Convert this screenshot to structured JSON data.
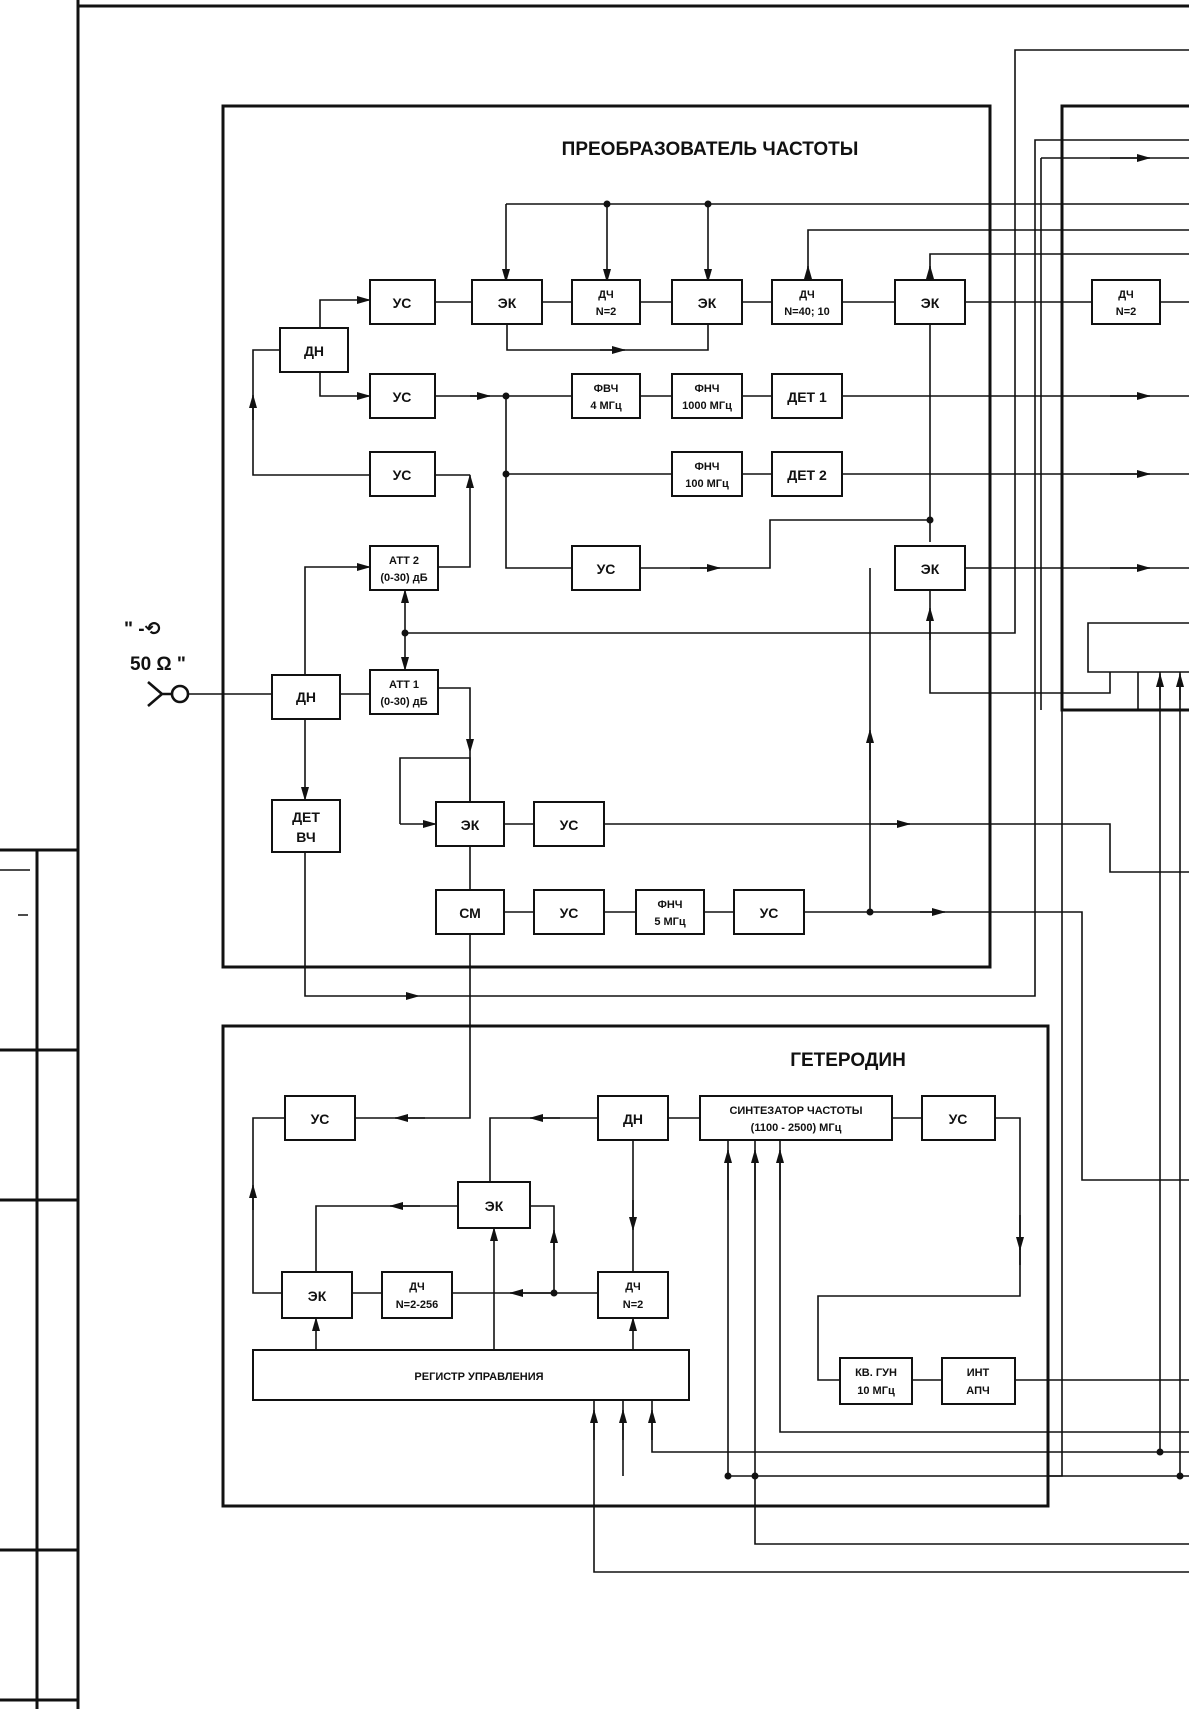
{
  "sections": {
    "converter_title": "ПРЕОБРАЗОВАТЕЛЬ ЧАСТОТЫ",
    "lo_title": "ГЕТЕРОДИН"
  },
  "input": {
    "line1": "\" -⟲",
    "line2": "50 Ω \""
  },
  "blocks": {
    "us1": [
      "УС"
    ],
    "us2": [
      "УС"
    ],
    "us3": [
      "УС"
    ],
    "us4": [
      "УС"
    ],
    "us5": [
      "УС"
    ],
    "us6": [
      "УС"
    ],
    "us7": [
      "УС"
    ],
    "us8": [
      "УС"
    ],
    "us9": [
      "УС"
    ],
    "dn1": [
      "ДН"
    ],
    "dn2": [
      "ДН"
    ],
    "dn3": [
      "ДН"
    ],
    "ek1": [
      "ЭК"
    ],
    "ek2": [
      "ЭК"
    ],
    "ek3": [
      "ЭК"
    ],
    "ek4": [
      "ЭК"
    ],
    "ek5": [
      "ЭК"
    ],
    "ek6": [
      "ЭК"
    ],
    "ek7": [
      "ЭК"
    ],
    "dch1": [
      "ДЧ",
      "N=2"
    ],
    "dch2": [
      "ДЧ",
      "N=40; 10"
    ],
    "dch3": [
      "ДЧ",
      "N=2"
    ],
    "dch4": [
      "ДЧ",
      "N=2-256"
    ],
    "dch5": [
      "ДЧ",
      "N=2"
    ],
    "fvch": [
      "ФВЧ",
      "4 МГц"
    ],
    "fnch1": [
      "ФНЧ",
      "1000 МГц"
    ],
    "fnch2": [
      "ФНЧ",
      "100 МГц"
    ],
    "fnch3": [
      "ФНЧ",
      "5 МГц"
    ],
    "det1": [
      "ДЕТ 1"
    ],
    "det2": [
      "ДЕТ 2"
    ],
    "det_vch": [
      "ДЕТ",
      "ВЧ"
    ],
    "att2": [
      "АТТ 2",
      "(0-30) дБ"
    ],
    "att1": [
      "АТТ 1",
      "(0-30) дБ"
    ],
    "cm": [
      "СМ"
    ],
    "synth": [
      "СИНТЕЗАТОР ЧАСТОТЫ",
      "(1100 - 2500) МГц"
    ],
    "gun": [
      "КВ. ГУН",
      "10 МГц"
    ],
    "int_apch": [
      "ИНТ",
      "АПЧ"
    ],
    "reg": [
      "РЕГИСТР УПРАВЛЕНИЯ"
    ]
  },
  "colors": {
    "ink": "#111111",
    "paper": "#ffffff"
  }
}
